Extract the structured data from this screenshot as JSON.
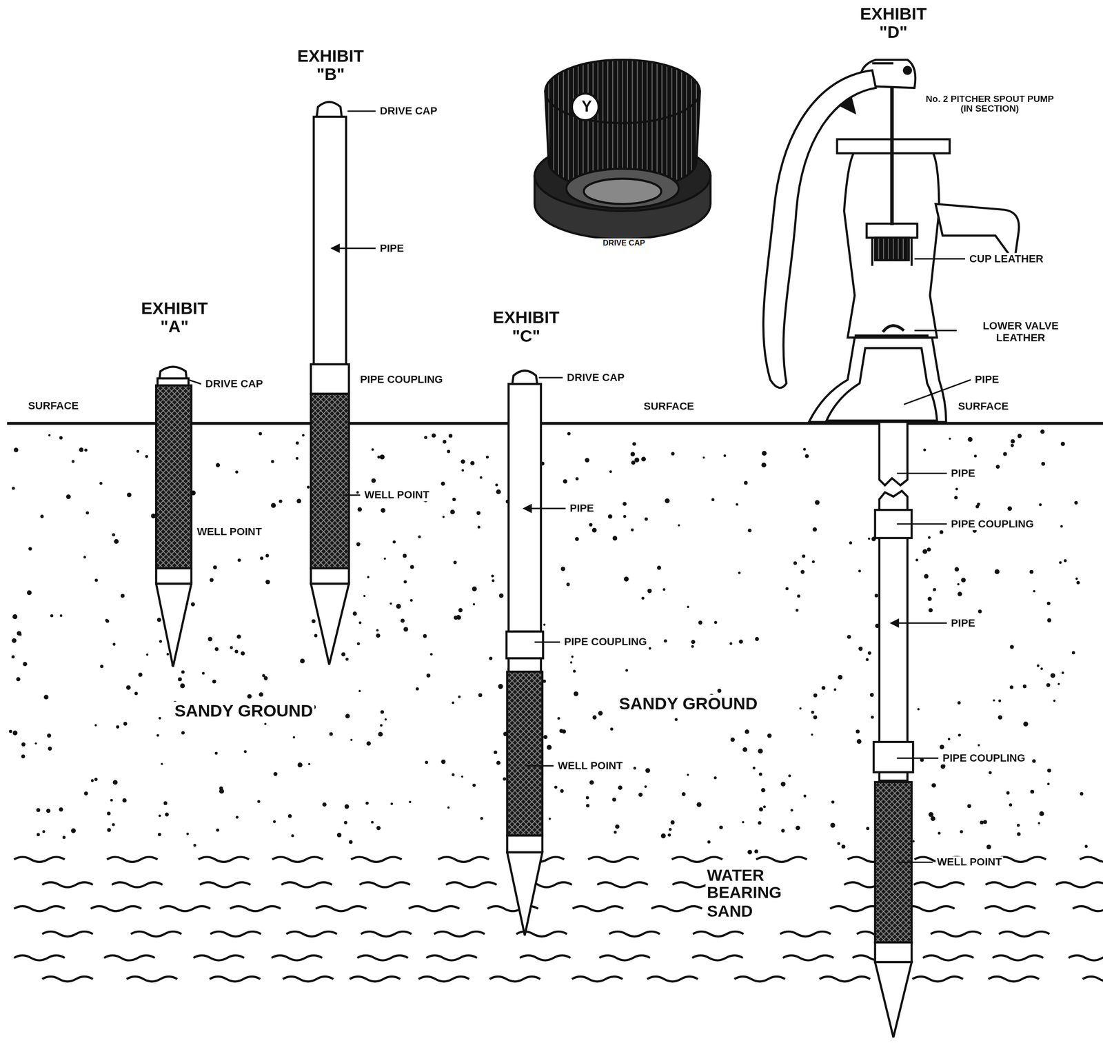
{
  "diagram": {
    "labels": [
      "EXHIBIT \"D\"",
      "No. 2 PITCHER SPOUT PUMP (IN SECTION)",
      "EXHIBIT \"B\"",
      "DRIVE CAP",
      "DRIVE CAP",
      "Y",
      "PIPE",
      "CUP LEATHER",
      "EXHIBIT \"A\"",
      "EXHIBIT \"C\"",
      "LOWER VALVE LEATHER",
      "DRIVE CAP",
      "PIPE COUPLING",
      "DRIVE CAP",
      "PIPE",
      "SURFACE",
      "SURFACE",
      "SURFACE",
      "PIPE",
      "WELL POINT",
      "PIPE",
      "PIPE COUPLING",
      "WELL POINT",
      "PIPE",
      "PIPE COUPLING",
      "SANDY GROUND",
      "SANDY GROUND",
      "WELL POINT",
      "PIPE COUPLING",
      "WELL POINT",
      "WATER BEARING SAND"
    ]
  }
}
